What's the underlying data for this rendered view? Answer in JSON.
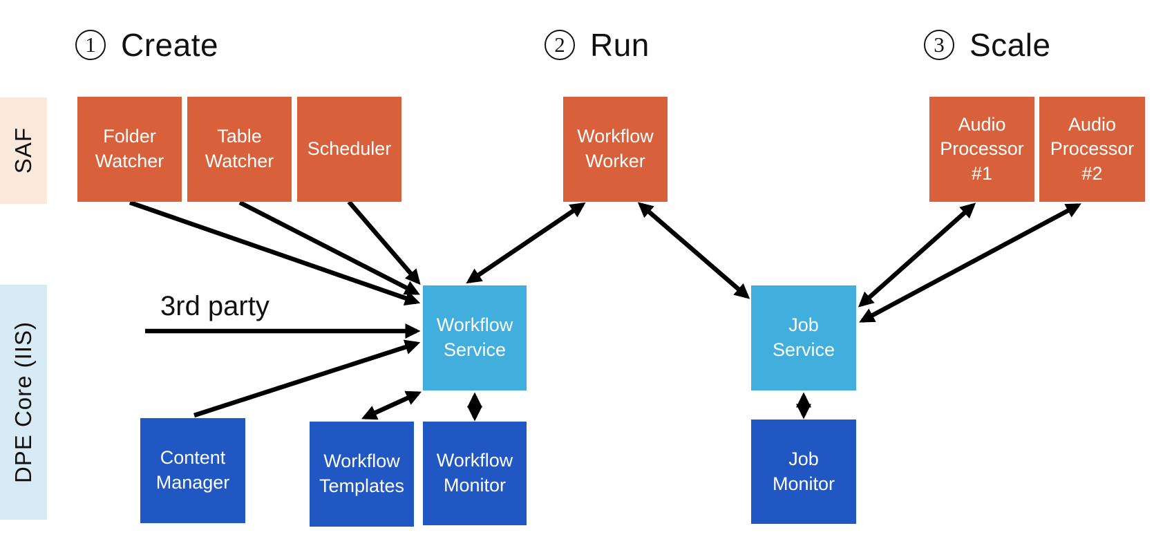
{
  "phases": [
    {
      "number": "1",
      "label": "Create"
    },
    {
      "number": "2",
      "label": "Run"
    },
    {
      "number": "3",
      "label": "Scale"
    }
  ],
  "lanes": [
    {
      "id": "saf",
      "label": "SAF",
      "bg": "#FBE9DC"
    },
    {
      "id": "dpe-core",
      "label": "DPE Core (IIS)",
      "bg": "#D8EAF3"
    }
  ],
  "annotations": [
    {
      "id": "third-party",
      "text": "3rd party"
    }
  ],
  "colors": {
    "worker_box": "#D8613C",
    "service_box": "#41AEDE",
    "store_box": "#2157C2",
    "arrow": "#000000",
    "box_text": "#ffffff",
    "heading_text": "#111111"
  },
  "diagram": {
    "nodes": [
      {
        "id": "folder-watcher",
        "label": "Folder\nWatcher",
        "role": "worker",
        "lane": "saf"
      },
      {
        "id": "table-watcher",
        "label": "Table\nWatcher",
        "role": "worker",
        "lane": "saf"
      },
      {
        "id": "scheduler",
        "label": "Scheduler",
        "role": "worker",
        "lane": "saf"
      },
      {
        "id": "workflow-worker",
        "label": "Workflow\nWorker",
        "role": "worker",
        "lane": "saf"
      },
      {
        "id": "audio-processor-1",
        "label": "Audio\nProcessor\n#1",
        "role": "worker",
        "lane": "saf"
      },
      {
        "id": "audio-processor-2",
        "label": "Audio\nProcessor\n#2",
        "role": "worker",
        "lane": "saf"
      },
      {
        "id": "workflow-service",
        "label": "Workflow\nService",
        "role": "service",
        "lane": "dpe-core"
      },
      {
        "id": "job-service",
        "label": "Job\nService",
        "role": "service",
        "lane": "dpe-core"
      },
      {
        "id": "content-manager",
        "label": "Content\nManager",
        "role": "store",
        "lane": "dpe-core"
      },
      {
        "id": "workflow-templates",
        "label": "Workflow\nTemplates",
        "role": "store",
        "lane": "dpe-core"
      },
      {
        "id": "workflow-monitor",
        "label": "Workflow\nMonitor",
        "role": "store",
        "lane": "dpe-core"
      },
      {
        "id": "job-monitor",
        "label": "Job\nMonitor",
        "role": "store",
        "lane": "dpe-core"
      }
    ],
    "edges": [
      {
        "from": "folder-watcher",
        "to": "workflow-service",
        "bidirectional": false
      },
      {
        "from": "table-watcher",
        "to": "workflow-service",
        "bidirectional": false
      },
      {
        "from": "scheduler",
        "to": "workflow-service",
        "bidirectional": false
      },
      {
        "from": "third-party",
        "to": "workflow-service",
        "bidirectional": false
      },
      {
        "from": "content-manager",
        "to": "workflow-service",
        "bidirectional": false
      },
      {
        "from": "workflow-service",
        "to": "workflow-worker",
        "bidirectional": true
      },
      {
        "from": "workflow-worker",
        "to": "job-service",
        "bidirectional": true
      },
      {
        "from": "workflow-service",
        "to": "workflow-templates",
        "bidirectional": true
      },
      {
        "from": "workflow-service",
        "to": "workflow-monitor",
        "bidirectional": true
      },
      {
        "from": "job-service",
        "to": "job-monitor",
        "bidirectional": true
      },
      {
        "from": "job-service",
        "to": "audio-processor-1",
        "bidirectional": true
      },
      {
        "from": "job-service",
        "to": "audio-processor-2",
        "bidirectional": true
      }
    ]
  }
}
